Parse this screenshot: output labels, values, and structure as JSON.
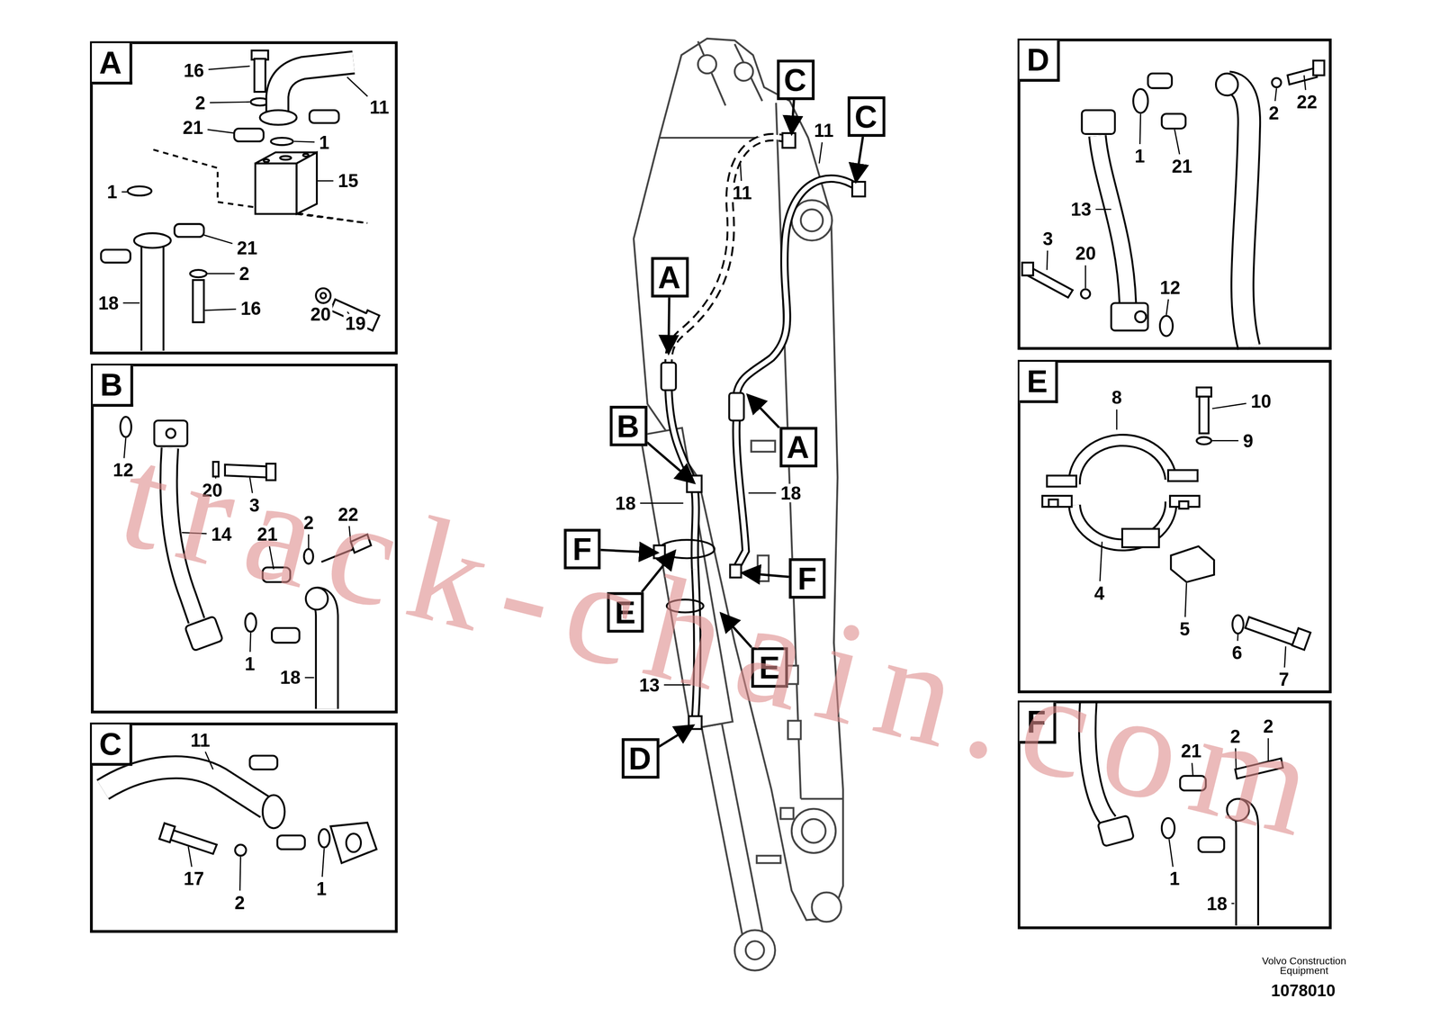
{
  "diagram": {
    "nodes": [
      {
        "text": [
          "A"
        ]
      },
      {
        "text": [
          "B"
        ]
      },
      {
        "text": [
          "C"
        ]
      },
      {
        "text": [
          "D"
        ]
      },
      {
        "text": [
          "E"
        ]
      },
      {
        "text": [
          "F"
        ]
      },
      {
        "text": [
          "C"
        ]
      },
      {
        "text": [
          "C"
        ]
      },
      {
        "text": [
          "A"
        ]
      },
      {
        "text": [
          "B"
        ]
      },
      {
        "text": [
          "A"
        ]
      },
      {
        "text": [
          "F"
        ]
      },
      {
        "text": [
          "F"
        ]
      },
      {
        "text": [
          "E"
        ]
      },
      {
        "text": [
          "E"
        ]
      },
      {
        "text": [
          "D"
        ]
      }
    ],
    "labels": [
      "16",
      "2",
      "21",
      "11",
      "1",
      "15",
      "1",
      "21",
      "2",
      "18",
      "16",
      "20",
      "19",
      "12",
      "20",
      "3",
      "14",
      "21",
      "2",
      "22",
      "1",
      "18",
      "11",
      "17",
      "2",
      "1",
      "2",
      "22",
      "1",
      "21",
      "13",
      "3",
      "20",
      "12",
      "8",
      "10",
      "9",
      "4",
      "5",
      "6",
      "7",
      "21",
      "2",
      "2",
      "1",
      "18",
      "11",
      "11",
      "18",
      "18",
      "13",
      "Volvo Construction Equipment",
      "1078010",
      "track-chain.com"
    ]
  }
}
